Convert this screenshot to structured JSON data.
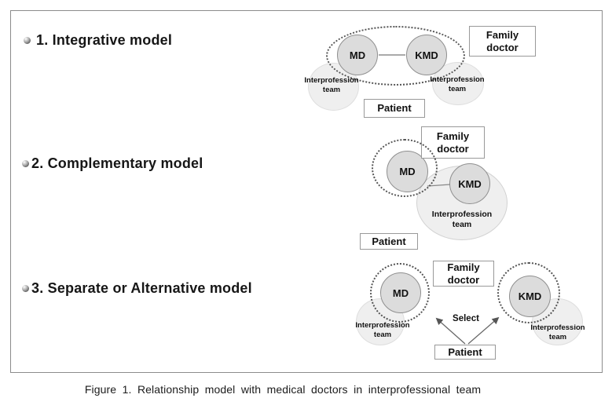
{
  "caption": "Figure 1. Relationship model with medical doctors in interprofessional team",
  "models": [
    {
      "title": "1. Integrative model",
      "md_label": "MD",
      "kmd_label": "KMD",
      "family_doctor_label": "Family\ndoctor",
      "patient_label": "Patient",
      "team_left_label": "Interprofession\nteam",
      "team_right_label": "Interprofession\nteam"
    },
    {
      "title": "2. Complementary model",
      "md_label": "MD",
      "kmd_label": "KMD",
      "family_doctor_label": "Family\ndoctor",
      "patient_label": "Patient",
      "team_label": "Interprofession\nteam"
    },
    {
      "title": "3. Separate or Alternative model",
      "md_label": "MD",
      "kmd_label": "KMD",
      "family_doctor_label": "Family\ndoctor",
      "patient_label": "Patient",
      "select_label": "Select",
      "team_left_label": "Interprofession\nteam",
      "team_right_label": "Interprofession\nteam"
    }
  ],
  "colors": {
    "frame_border": "#8c8c8c",
    "doctor_fill": "#dcdcdc",
    "doctor_border": "#8f8f8f",
    "team_fill": "#efefef",
    "team_border": "#dedede",
    "dot_color": "#555555",
    "box_border": "#999999",
    "connector": "#666666"
  }
}
